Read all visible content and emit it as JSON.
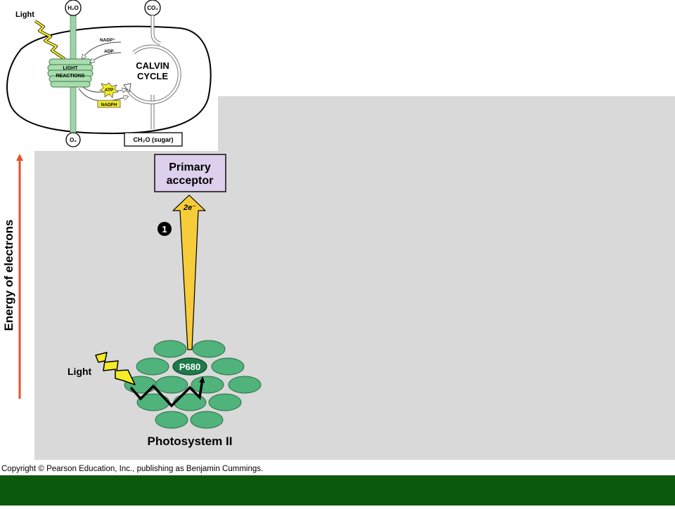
{
  "overview": {
    "light": "Light",
    "h2o": "H₂O",
    "co2": "CO₂",
    "o2": "O₂",
    "nadp": "NADP⁺",
    "adp": "ADP",
    "light_reactions_line1": "LIGHT",
    "light_reactions_line2": "REACTIONS",
    "calvin_line1": "CALVIN",
    "calvin_line2": "CYCLE",
    "atp": "ATP",
    "nadph": "NADPH",
    "sugar": "CH₂O (sugar)"
  },
  "axis": {
    "label": "Energy of electrons"
  },
  "primary_acceptor": {
    "line1": "Primary",
    "line2": "acceptor"
  },
  "electrons": {
    "label": "2e⁻"
  },
  "step": {
    "number": "1"
  },
  "photosystem": {
    "light": "Light",
    "p680": "P680",
    "title": "Photosystem II"
  },
  "copyright": "Copyright © Pearson Education, Inc., publishing as Benjamin Cummings.",
  "colors": {
    "panel": "#d9d9d9",
    "arrow_red": "#e8502a",
    "acceptor_fill": "#ddd0ec",
    "yellow": "#f6cc3a",
    "ellipse_green": "#4fb37b",
    "p680_green": "#1f7a4a",
    "footer_green": "#0b5a0b"
  }
}
